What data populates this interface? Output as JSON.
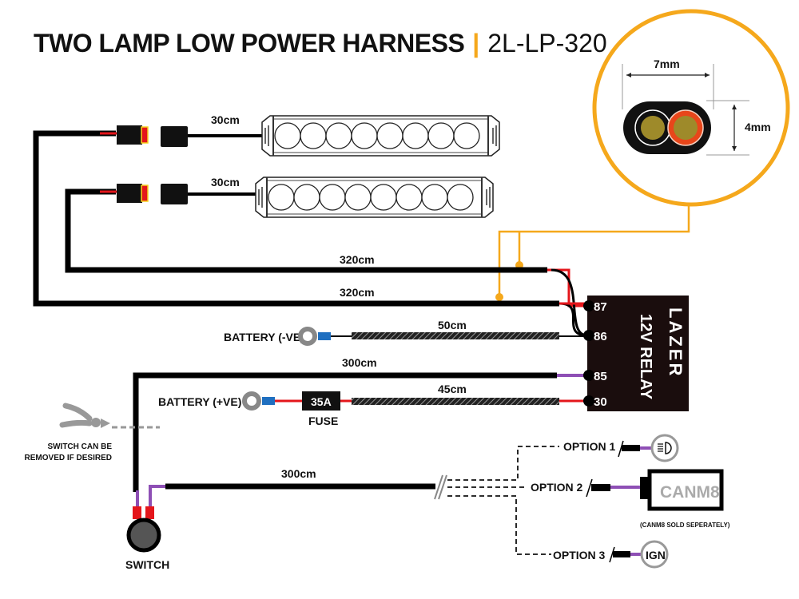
{
  "title": {
    "main": "TWO LAMP LOW POWER HARNESS",
    "separator": "|",
    "code": "2L-LP-320"
  },
  "colors": {
    "accent": "#F5A81C",
    "wire_black": "#000000",
    "wire_red": "#E4161B",
    "wire_purple": "#8E4FB5",
    "connector_blue": "#1F6FC0",
    "grey": "#8A8A8A"
  },
  "cable_detail": {
    "width_label": "7mm",
    "height_label": "4mm"
  },
  "lamps": [
    {
      "cable_label": "30cm"
    },
    {
      "cable_label": "30cm"
    }
  ],
  "wires": {
    "lamp2_main": "320cm",
    "lamp1_main": "320cm",
    "ground": "50cm",
    "switch_feed": "300cm",
    "power": "45cm",
    "switch_out": "300cm"
  },
  "battery_negative": "BATTERY (-VE)",
  "battery_positive": "BATTERY (+VE)",
  "fuse": {
    "rating": "35A",
    "label": "FUSE"
  },
  "relay": {
    "brand": "LAZER",
    "label": "12V RELAY",
    "pins": [
      "87",
      "86",
      "85",
      "30"
    ]
  },
  "switch": {
    "label": "SWITCH",
    "note_line1": "SWITCH CAN BE",
    "note_line2": "REMOVED IF DESIRED",
    "icon": "cutter-pliers-icon"
  },
  "options": [
    {
      "label": "OPTION 1",
      "icon": "headlight-icon"
    },
    {
      "label": "OPTION 2",
      "device": "CANM8",
      "note": "(CANM8 SOLD SEPERATELY)"
    },
    {
      "label": "OPTION 3",
      "device": "IGN"
    }
  ]
}
